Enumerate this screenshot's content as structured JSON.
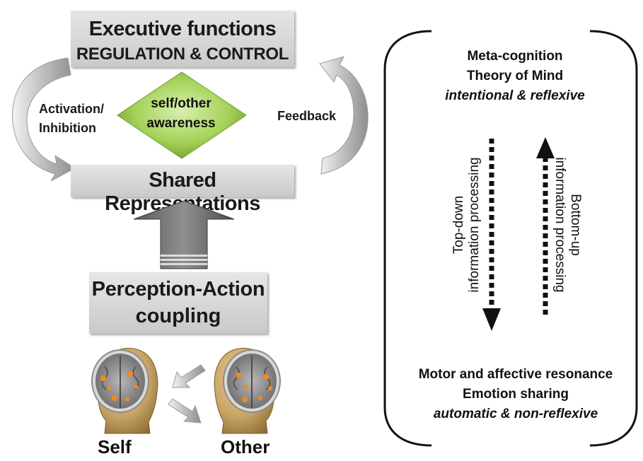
{
  "executive": {
    "title": "Executive functions",
    "subtitle": "REGULATION & CONTROL"
  },
  "left_arrow_label": {
    "line1": "Activation/",
    "line2": "Inhibition"
  },
  "right_arrow_label": "Feedback",
  "center_diamond": {
    "line1": "self/other",
    "line2": "awareness"
  },
  "shared_representations": "Shared Representations",
  "perception_action": {
    "line1": "Perception-Action",
    "line2": "coupling"
  },
  "people": {
    "self": "Self",
    "other": "Other"
  },
  "right_panel": {
    "top": {
      "line1": "Meta-cognition",
      "line2": "Theory of Mind",
      "line3": "intentional & reflexive"
    },
    "top_down": {
      "line1": "Top-down",
      "line2": "information processing"
    },
    "bottom_up": {
      "line1": "Bottom-up",
      "line2": "information processing"
    },
    "bottom": {
      "line1": "Motor and affective resonance",
      "line2": "Emotion sharing",
      "line3": "automatic & non-reflexive"
    }
  },
  "colors": {
    "box_fill": "#d6d6d6",
    "diamond_fill": "#a3cf52",
    "brain_accent": "#f28a1c",
    "head_skin": "#c7a46a"
  }
}
